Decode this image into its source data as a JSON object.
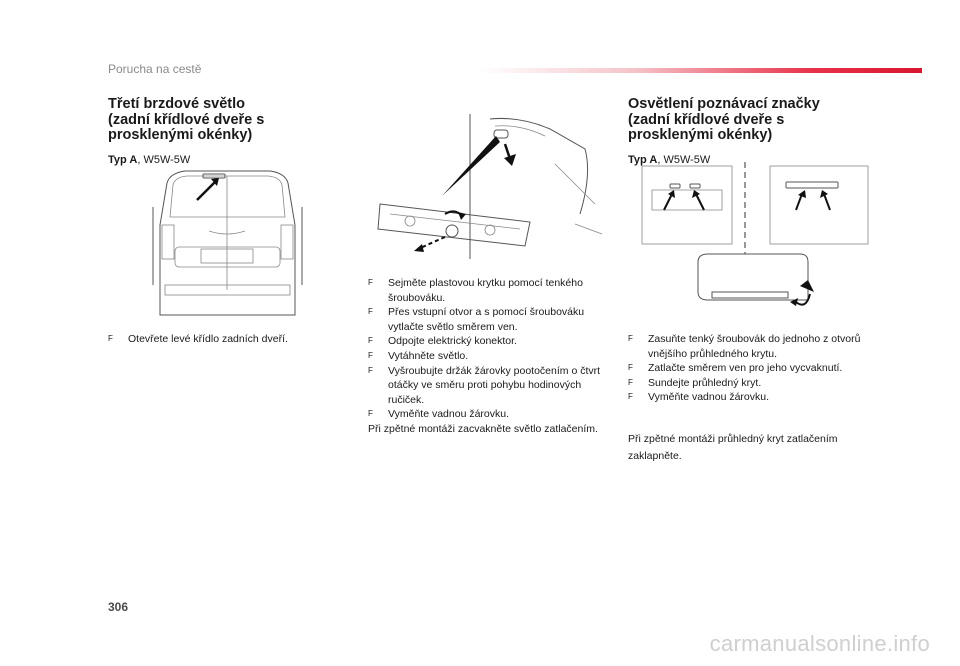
{
  "header": {
    "title": "Porucha na cestě"
  },
  "page_number": "306",
  "watermark": "carmanualsonline.info",
  "sections": [
    {
      "title": [
        "Třetí brzdové světlo",
        "(zadní křídlové dveře s",
        "prosklenými okénky)"
      ],
      "type_label": "Typ A",
      "type_value": ", W5W-5W",
      "steps": [
        "Otevřete levé křídlo zadních dveří."
      ]
    },
    {
      "steps": [
        "Sejměte plastovou krytku pomocí tenkého šroubováku.",
        "Přes vstupní otvor a s pomocí šroubováku vytlačte světlo směrem ven.",
        "Odpojte elektrický konektor.",
        "Vytáhněte světlo.",
        "Vyšroubujte držák žárovky pootočením o čtvrt otáčky ve směru proti pohybu hodinových ručiček.",
        "Vyměňte vadnou žárovku."
      ],
      "note": "Při zpětné montáži zacvakněte světlo zatlačením."
    },
    {
      "title": [
        "Osvětlení poznávací značky",
        "(zadní křídlové dveře s",
        "prosklenými okénky)"
      ],
      "type_label": "Typ A",
      "type_value": ", W5W-5W",
      "steps": [
        "Zasuňte tenký šroubovák do jednoho z otvorů vnějšího průhledného krytu.",
        "Zatlačte směrem ven pro jeho vycvaknutí.",
        "Sundejte průhledný kryt.",
        "Vyměňte vadnou žárovku."
      ],
      "note": "Při zpětné montáži průhledný kryt zatlačením zaklapněte."
    }
  ],
  "bullet_glyph": "F"
}
